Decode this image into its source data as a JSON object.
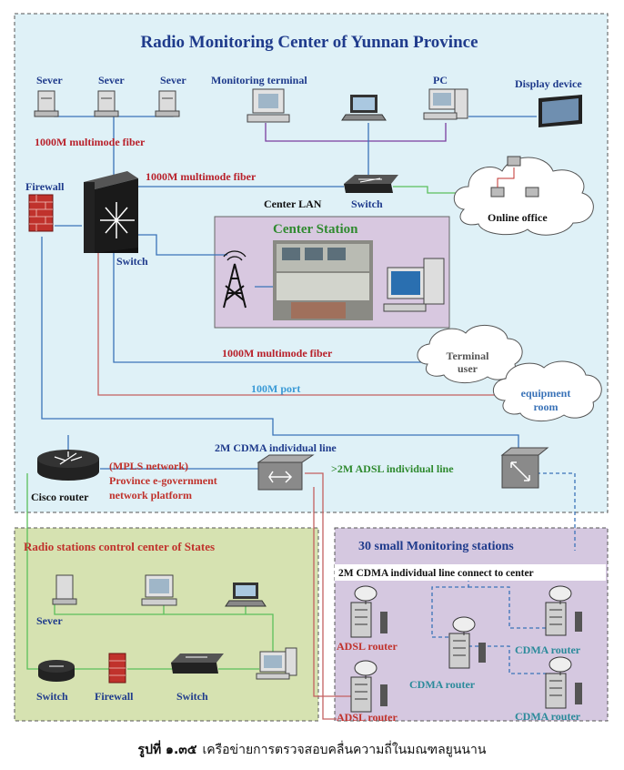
{
  "title": "Radio Monitoring Center of Yunnan Province",
  "labels": {
    "sever1": "Sever",
    "sever2": "Sever",
    "sever3": "Sever",
    "monitoring_terminal": "Monitoring terminal",
    "pc": "PC",
    "display_device": "Display device",
    "fiber_top": "1000M multimode fiber",
    "fiber_mid": "1000M multimode fiber",
    "firewall": "Firewall",
    "center_lan": "Center LAN",
    "switch_lan": "Switch",
    "online_office": "Online office",
    "center_station": "Center Station",
    "switch_core": "Switch",
    "fiber_bottom": "1000M multimode fiber",
    "terminal_user": "Terminal user",
    "port_100m": "100M port",
    "equipment_room": "equipment room",
    "cdma_line": "2M CDMA individual line",
    "mpls1": "(MPLS network)",
    "mpls2": "Province e-government",
    "mpls3": "network platform",
    "cisco_router": "Cisco router",
    "adsl_line": ">2M ADSL individual line",
    "states_title": "Radio stations control center of States",
    "states_sever": "Sever",
    "states_switch1": "Switch",
    "states_firewall": "Firewall",
    "states_switch2": "Switch",
    "small_title": "30 small Monitoring stations",
    "cdma_connect": "2M CDMA individual line connect to center",
    "adsl_router1": "ADSL router",
    "adsl_router2": "ADSL router",
    "cdma_router1": "CDMA router",
    "cdma_router2": "CDMA router",
    "cdma_router3": "CDMA router"
  },
  "caption": {
    "prefix": "รูปที่ ๑.๓๕",
    "text": "เครือข่ายการตรวจสอบคลื่นความถี่ในมณฑลยูนนาน"
  },
  "colors": {
    "main_bg": "#dff1f7",
    "states_bg": "#d6e2b1",
    "small_bg": "#d5c8e0",
    "station_bg": "#d8c8e0",
    "title_blue": "#1f3b8c",
    "fiber_red": "#b8202a",
    "port_blue": "#3a9ad6",
    "green_text": "#2f8a2f"
  }
}
